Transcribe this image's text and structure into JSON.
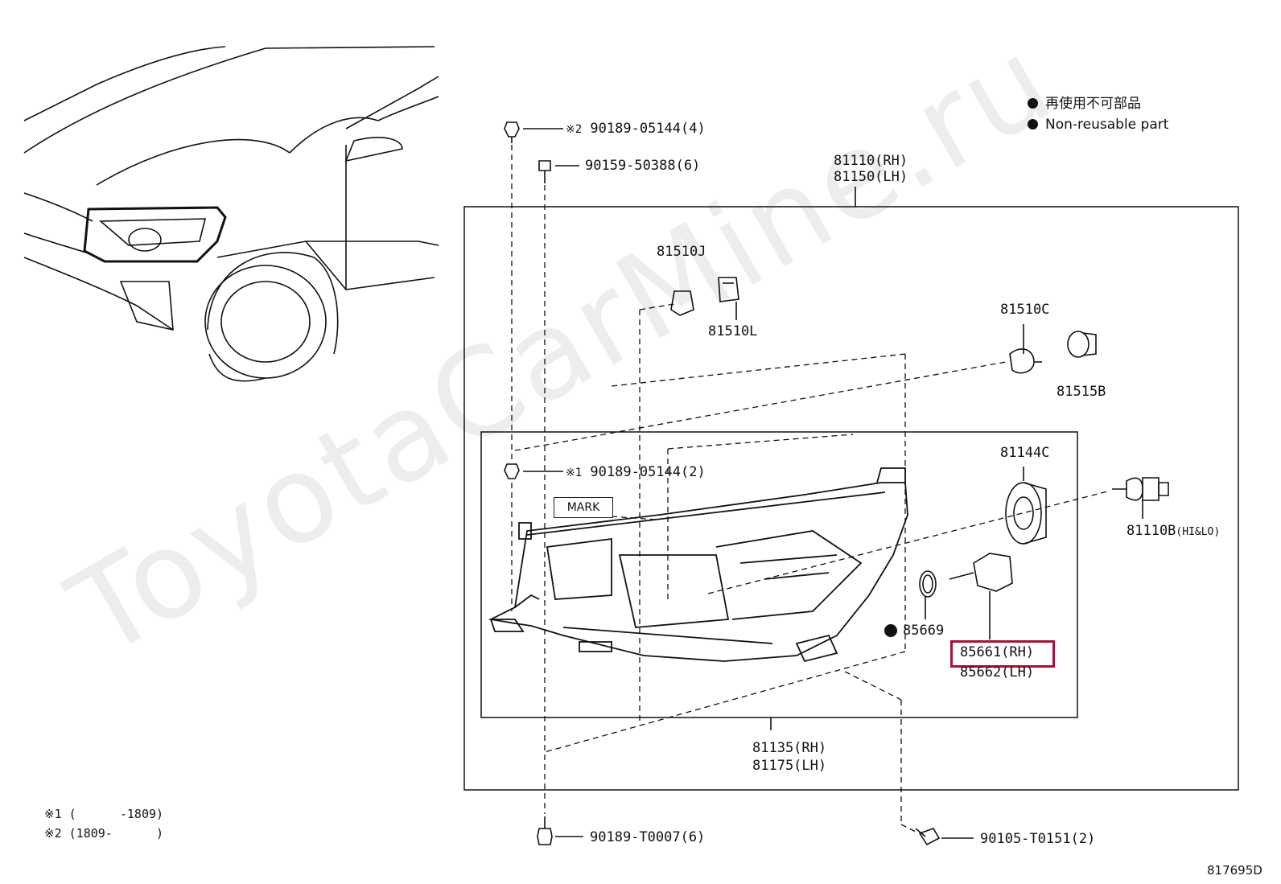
{
  "legend": {
    "jp": "再使用不可部品",
    "en": "Non-reusable part"
  },
  "parts": {
    "assy_rh": "81110(RH)",
    "assy_lh": "81150(LH)",
    "socket_j": "81510J",
    "socket_l": "81510L",
    "bulb_c": "81510C",
    "socket_b": "81515B",
    "cover": "81144C",
    "bulb_hilo": "81110B",
    "bulb_hilo_suffix": "(HI&LO)",
    "gasket": "85669",
    "actuator_rh": "85661(RH)",
    "actuator_lh": "85662(LH)",
    "unit_rh": "81135(RH)",
    "unit_lh": "81175(LH)"
  },
  "fasteners": {
    "f1_mark": "※2",
    "f1": "90189-05144(4)",
    "f2": "90159-50388(6)",
    "f3_mark": "※1",
    "f3": "90189-05144(2)",
    "f4": "90189-T0007(6)",
    "f5": "90105-T0151(2)"
  },
  "mark_label": "MARK",
  "notes": {
    "n1": "※1 (      -1809)",
    "n2": "※2 (1809-      )"
  },
  "diagram_id": "817695D",
  "watermark": "ToyotaCarMine.ru",
  "highlight_color": "#a4123a"
}
